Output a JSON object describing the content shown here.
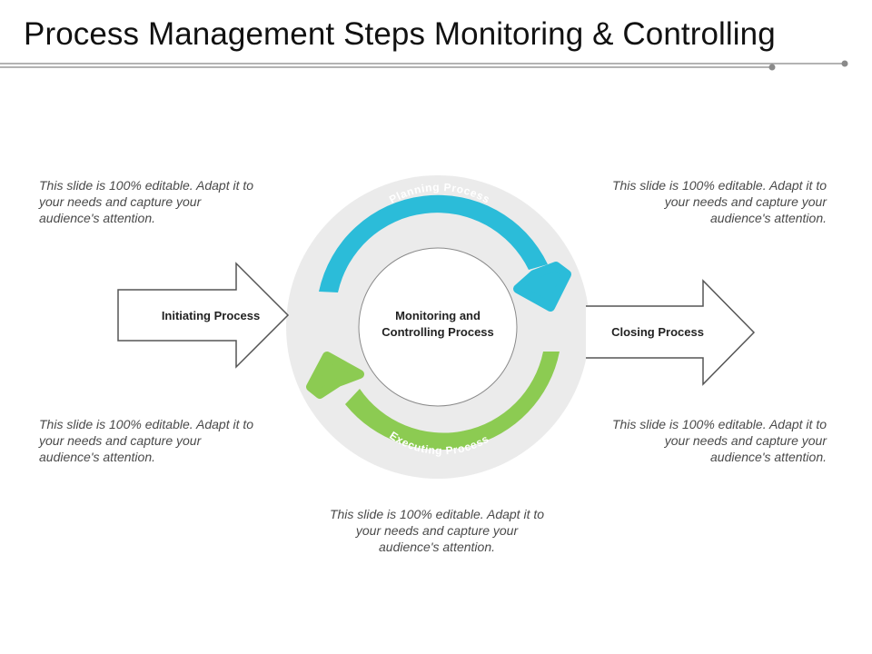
{
  "title": "Process Management Steps Monitoring & Controlling",
  "stages": {
    "initiating": "Initiating Process",
    "center_line1": "Monitoring and",
    "center_line2": "Controlling Process",
    "closing": "Closing Process",
    "planning": "Planning Process",
    "executing": "Executing Process"
  },
  "notes": {
    "top_left": "This slide is 100% editable.  Adapt it to your needs and capture your audience's attention.",
    "top_right": "This slide is 100% editable.  Adapt it to your needs and capture your audience's attention.",
    "bottom_left": "This slide is 100% editable.  Adapt it to your needs and capture your audience's attention.",
    "bottom_right": "This slide is 100% editable.  Adapt it to your needs and capture your audience's attention.",
    "bottom_center": "This slide is 100% editable.  Adapt it to your needs and capture your audience's attention."
  },
  "colors": {
    "planning": "#2bbcd9",
    "executing": "#8ccb52",
    "ring": "#ebebeb",
    "outline": "#555555"
  }
}
